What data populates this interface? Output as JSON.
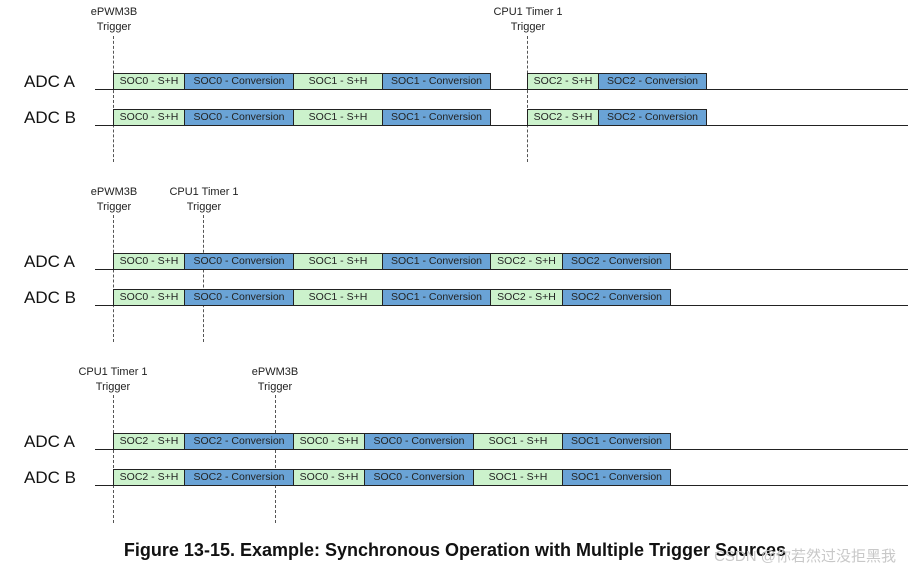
{
  "diagrams": [
    {
      "triggers": [
        {
          "line1": "ePWM3B",
          "line2": "Trigger"
        },
        {
          "line1": "CPU1 Timer 1",
          "line2": "Trigger"
        }
      ],
      "rows": [
        {
          "label": "ADC A",
          "blocks": [
            "SOC0 - S+H",
            "SOC0 - Conversion",
            "SOC1 - S+H",
            "SOC1 - Conversion",
            "SOC2 - S+H",
            "SOC2 - Conversion"
          ]
        },
        {
          "label": "ADC B",
          "blocks": [
            "SOC0 - S+H",
            "SOC0 - Conversion",
            "SOC1 - S+H",
            "SOC1 - Conversion",
            "SOC2 - S+H",
            "SOC2 - Conversion"
          ]
        }
      ]
    },
    {
      "triggers": [
        {
          "line1": "ePWM3B",
          "line2": "Trigger"
        },
        {
          "line1": "CPU1 Timer 1",
          "line2": "Trigger"
        }
      ],
      "rows": [
        {
          "label": "ADC A",
          "blocks": [
            "SOC0 - S+H",
            "SOC0 - Conversion",
            "SOC1 - S+H",
            "SOC1 - Conversion",
            "SOC2 - S+H",
            "SOC2 - Conversion"
          ]
        },
        {
          "label": "ADC B",
          "blocks": [
            "SOC0 - S+H",
            "SOC0 - Conversion",
            "SOC1 - S+H",
            "SOC1 - Conversion",
            "SOC2 - S+H",
            "SOC2 - Conversion"
          ]
        }
      ]
    },
    {
      "triggers": [
        {
          "line1": "CPU1 Timer 1",
          "line2": "Trigger"
        },
        {
          "line1": "ePWM3B",
          "line2": "Trigger"
        }
      ],
      "rows": [
        {
          "label": "ADC A",
          "blocks": [
            "SOC2 - S+H",
            "SOC2 - Conversion",
            "SOC0 - S+H",
            "SOC0 - Conversion",
            "SOC1 - S+H",
            "SOC1 - Conversion"
          ]
        },
        {
          "label": "ADC B",
          "blocks": [
            "SOC2 - S+H",
            "SOC2 - Conversion",
            "SOC0 - S+H",
            "SOC0 - Conversion",
            "SOC1 - S+H",
            "SOC1 - Conversion"
          ]
        }
      ]
    }
  ],
  "caption": "Figure 13-15. Example: Synchronous Operation with Multiple Trigger Sources",
  "watermark": "CSDN @你若然过没拒黑我",
  "colors": {
    "sample_hold": "#ccf2cc",
    "conversion": "#6aa3d6"
  }
}
